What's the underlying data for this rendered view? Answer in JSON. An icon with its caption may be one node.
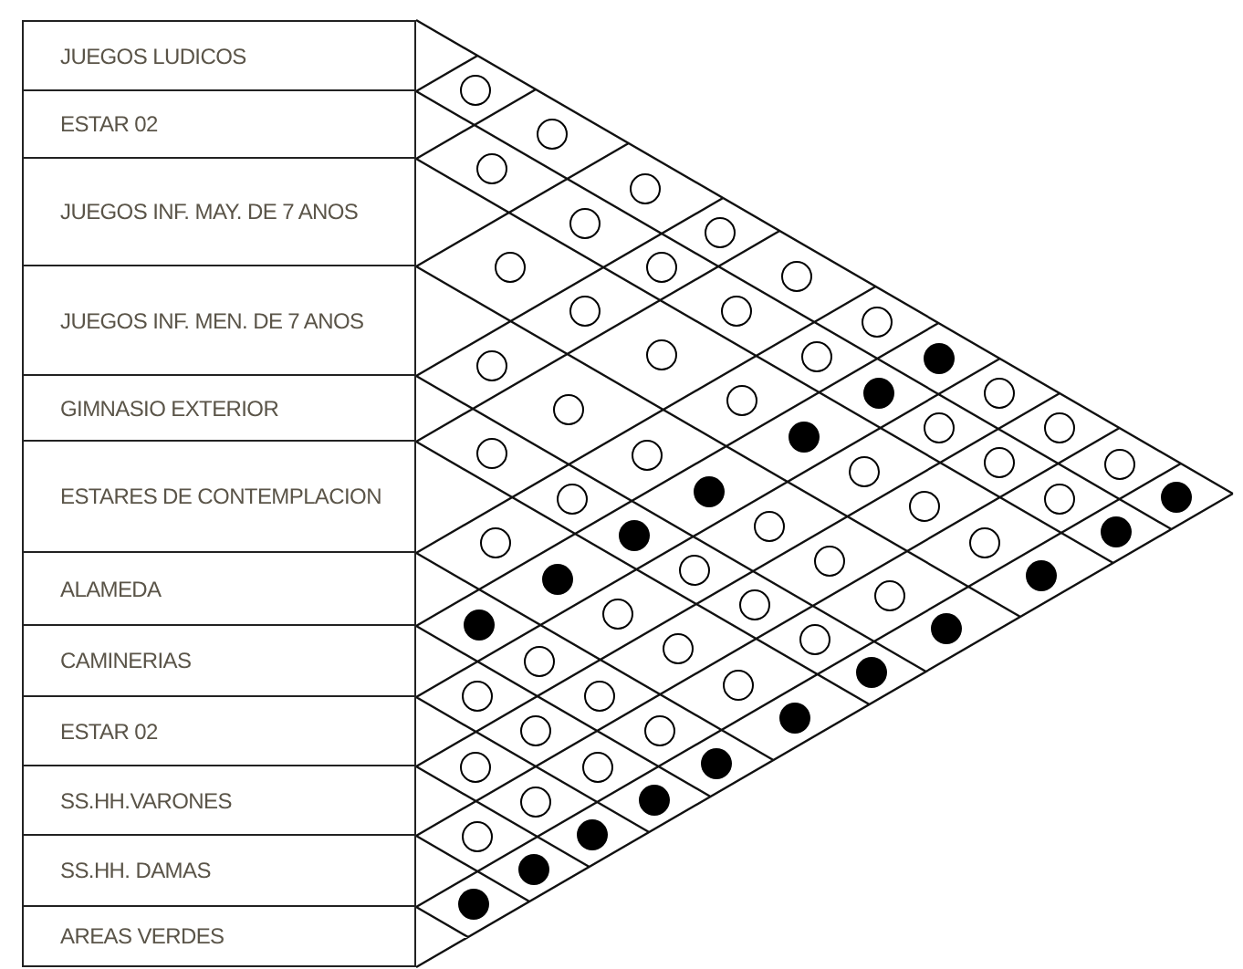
{
  "diagram": {
    "nodes": [
      {
        "text": [
          "JUEGOS LUDICOS"
        ]
      },
      {
        "text": [
          "ESTAR 02"
        ]
      },
      {
        "text": [
          "JUEGOS INF. MAY. DE 7 ANOS"
        ]
      },
      {
        "text": [
          "JUEGOS INF. MEN. DE 7 ANOS"
        ]
      },
      {
        "text": [
          "GIMNASIO EXTERIOR"
        ]
      },
      {
        "text": [
          "ESTARES DE CONTEMPLACION"
        ]
      },
      {
        "text": [
          "ALAMEDA"
        ]
      },
      {
        "text": [
          "CAMINERIAS"
        ]
      },
      {
        "text": [
          "ESTAR 02"
        ]
      },
      {
        "text": [
          "SS.HH.VARONES"
        ]
      },
      {
        "text": [
          "SS.HH. DAMAS"
        ]
      },
      {
        "text": [
          "AREAS VERDES"
        ]
      },
      {
        "text": [],
        "shape": "circle"
      },
      {
        "text": [],
        "shape": "circle"
      },
      {
        "text": [],
        "shape": "circle"
      },
      {
        "text": [],
        "shape": "circle"
      },
      {
        "text": [],
        "shape": "circle"
      },
      {
        "text": [],
        "shape": "circle"
      },
      {
        "text": [],
        "shape": "dot"
      },
      {
        "text": [],
        "shape": "circle"
      },
      {
        "text": [],
        "shape": "circle"
      },
      {
        "text": [],
        "shape": "circle"
      },
      {
        "text": [],
        "shape": "dot"
      },
      {
        "text": [],
        "shape": "circle"
      },
      {
        "text": [],
        "shape": "circle"
      },
      {
        "text": [],
        "shape": "circle"
      },
      {
        "text": [],
        "shape": "circle"
      },
      {
        "text": [],
        "shape": "circle"
      },
      {
        "text": [],
        "shape": "dot"
      },
      {
        "text": [],
        "shape": "circle"
      },
      {
        "text": [],
        "shape": "circle"
      },
      {
        "text": [],
        "shape": "circle"
      },
      {
        "text": [],
        "shape": "dot"
      },
      {
        "text": [],
        "shape": "circle"
      },
      {
        "text": [],
        "shape": "circle"
      },
      {
        "text": [],
        "shape": "circle"
      },
      {
        "text": [],
        "shape": "circle"
      },
      {
        "text": [],
        "shape": "dot"
      },
      {
        "text": [],
        "shape": "circle"
      },
      {
        "text": [],
        "shape": "circle"
      },
      {
        "text": [],
        "shape": "circle"
      },
      {
        "text": [],
        "shape": "dot"
      },
      {
        "text": [],
        "shape": "circle"
      },
      {
        "text": [],
        "shape": "circle"
      },
      {
        "text": [],
        "shape": "circle"
      },
      {
        "text": [],
        "shape": "dot"
      },
      {
        "text": [],
        "shape": "circle"
      },
      {
        "text": [],
        "shape": "circle"
      },
      {
        "text": [],
        "shape": "circle"
      },
      {
        "text": [],
        "shape": "dot"
      },
      {
        "text": [],
        "shape": "circle"
      },
      {
        "text": [],
        "shape": "circle"
      },
      {
        "text": [],
        "shape": "dot"
      },
      {
        "text": [],
        "shape": "circle"
      },
      {
        "text": [],
        "shape": "circle"
      },
      {
        "text": [],
        "shape": "circle"
      },
      {
        "text": [],
        "shape": "dot"
      },
      {
        "text": [],
        "shape": "circle"
      },
      {
        "text": [],
        "shape": "dot"
      },
      {
        "text": [],
        "shape": "circle"
      },
      {
        "text": [],
        "shape": "circle"
      },
      {
        "text": [],
        "shape": "circle"
      },
      {
        "text": [],
        "shape": "dot"
      },
      {
        "text": [],
        "shape": "dot"
      },
      {
        "text": [],
        "shape": "circle"
      },
      {
        "text": [],
        "shape": "circle"
      },
      {
        "text": [],
        "shape": "circle"
      },
      {
        "text": [],
        "shape": "dot"
      },
      {
        "text": [],
        "shape": "circle"
      },
      {
        "text": [],
        "shape": "circle"
      },
      {
        "text": [],
        "shape": "circle"
      },
      {
        "text": [],
        "shape": "dot"
      },
      {
        "text": [],
        "shape": "circle"
      },
      {
        "text": [],
        "shape": "circle"
      },
      {
        "text": [],
        "shape": "dot"
      },
      {
        "text": [],
        "shape": "circle"
      },
      {
        "text": [],
        "shape": "dot"
      },
      {
        "text": [],
        "shape": "dot"
      }
    ]
  }
}
